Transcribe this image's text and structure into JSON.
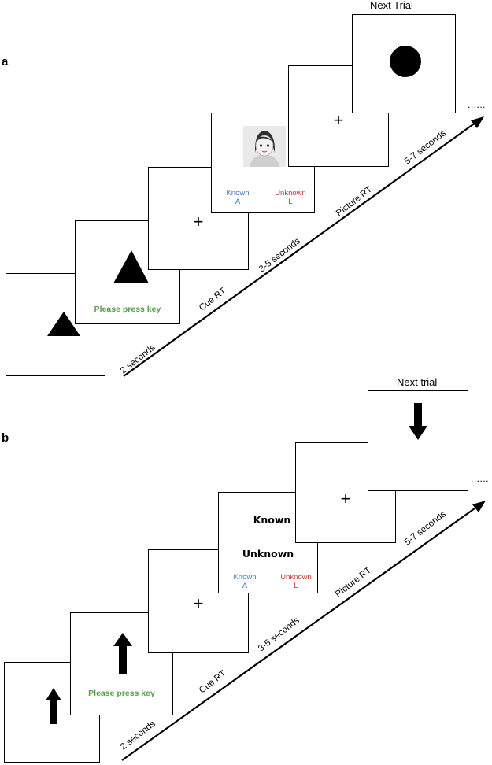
{
  "panel_a": {
    "label": "a",
    "next_trial": "Next Trial",
    "fixation_1": "+",
    "fixation_2": "+",
    "cue_prompt": "Please press key",
    "response_known": {
      "label": "Known",
      "key": "A",
      "color": "#3a7bbf"
    },
    "response_unknown": {
      "label": "Unknown",
      "key": "L",
      "color": "#c0392b"
    },
    "timeline": [
      "2 seconds",
      "Cue RT",
      "3-5 seconds",
      "Picture RT",
      "5-7 seconds"
    ],
    "continuation": "......",
    "stimuli": [
      "triangle",
      "triangle",
      "face-portrait",
      "circle"
    ]
  },
  "panel_b": {
    "label": "b",
    "next_trial": "Next trial",
    "fixation_1": "+",
    "fixation_2": "+",
    "cue_prompt": "Please press key",
    "word_known": "Known",
    "word_unknown": "Unknown",
    "response_known": {
      "label": "Known",
      "key": "A",
      "color": "#3a7bbf"
    },
    "response_unknown": {
      "label": "Unknown",
      "key": "L",
      "color": "#c0392b"
    },
    "timeline": [
      "2 seconds",
      "Cue RT",
      "3-5 seconds",
      "Picture RT",
      "5-7 seconds"
    ],
    "continuation": "......",
    "stimuli": [
      "up-arrow",
      "up-arrow",
      "down-arrow"
    ]
  }
}
